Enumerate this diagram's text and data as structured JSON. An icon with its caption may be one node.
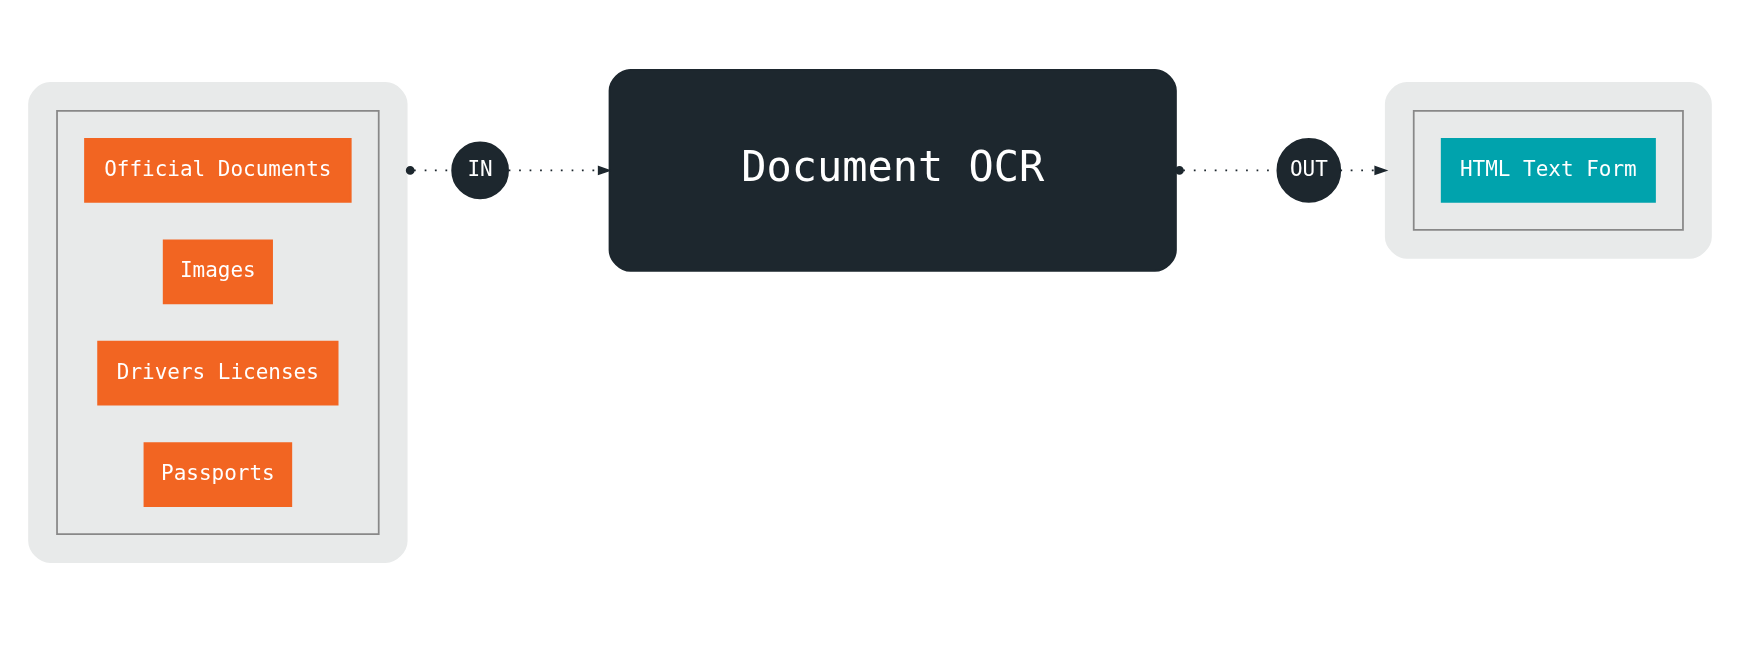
{
  "diagram": {
    "nodes": [
      {
        "text": [],
        "shape": "box"
      },
      {
        "text": [],
        "shape": "box",
        "in": 0
      },
      {
        "text": [
          "Official Documents"
        ],
        "in": 1
      },
      {
        "text": [
          "Images"
        ],
        "in": 1
      },
      {
        "text": [
          "Drivers Licenses"
        ],
        "in": 1
      },
      {
        "text": [
          "Passports"
        ],
        "in": 1
      },
      {
        "text": [
          "IN"
        ]
      },
      {
        "text": [
          "Document OCR"
        ]
      },
      {
        "text": [
          "OUT"
        ]
      },
      {
        "text": [],
        "shape": "box"
      },
      {
        "text": [],
        "shape": "box",
        "in": 9
      },
      {
        "text": [
          "HTML Text Form"
        ],
        "in": 10
      }
    ],
    "edges": [
      {
        "from": 0,
        "to": 6,
        "arrow": "other"
      },
      {
        "from": 6,
        "to": 7,
        "arrow": "to"
      },
      {
        "from": 7,
        "to": 8,
        "arrow": "other"
      },
      {
        "from": 8,
        "to": 9,
        "arrow": "to"
      }
    ]
  }
}
